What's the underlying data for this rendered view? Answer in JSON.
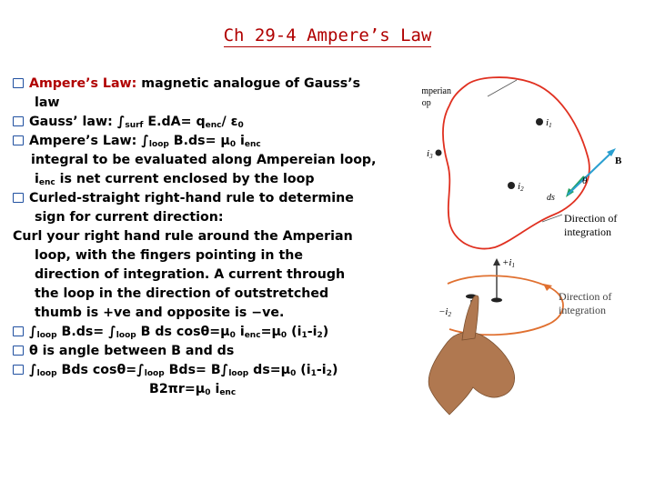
{
  "title": "Ch 29-4 Ampere’s Law",
  "lines": {
    "l1a": "Ampere’s Law:",
    "l1b": " magnetic analogue of Gauss’s",
    "l2": "law",
    "l3a": "Gauss’ law: ∫",
    "l3b": "surf",
    "l3c": " E.dA= q",
    "l3d": "enc",
    "l3e": "/ ε",
    "l3f": "0",
    "l4a": "Ampere’s Law: ∫",
    "l4b": "loop",
    "l4c": " B.ds= μ",
    "l4d": "0",
    "l4e": " i",
    "l4f": "enc",
    "l5": "integral to be evaluated along Ampereian loop,",
    "l6a": "i",
    "l6b": "enc",
    "l6c": " is net current enclosed by the loop",
    "l7": "Curled-straight right-hand rule to determine",
    "l8": "sign for current direction:",
    "l9": "Curl your right hand rule around the Amperian",
    "l10": "loop, with the fingers pointing in the",
    "l11": "direction of integration. A current through",
    "l12": "the loop in the direction of outstretched",
    "l13": "thumb is +ve and opposite is −ve.",
    "l14a": "∫",
    "l14b": "loop",
    "l14c": " B.ds= ∫",
    "l14d": "loop",
    "l14e": " B ds cosθ=μ",
    "l14f": "0",
    "l14g": " i",
    "l14h": "enc",
    "l14i": "=μ",
    "l14j": "0",
    "l14k": " (i",
    "l14l": "1",
    "l14m": "-i",
    "l14n": "2",
    "l14o": ")",
    "l15": "θ is angle between B and ds",
    "l16a": "∫",
    "l16b": "loop",
    "l16c": " Bds cosθ=∫",
    "l16d": "loop",
    "l16e": " Bds= B∫",
    "l16f": "loop",
    "l16g": " ds=μ",
    "l16h": "0",
    "l16i": " (i",
    "l16j": "1",
    "l16k": "-i",
    "l16l": "2",
    "l16m": ")",
    "l17a": "B2πr=μ",
    "l17b": "0",
    "l17c": " i",
    "l17d": "enc"
  },
  "figure_top": {
    "amperian_label": "Amperian",
    "loop_label": "loop",
    "i1": "i",
    "i1_sub": "1",
    "i2": "i",
    "i2_sub": "2",
    "i3": "i",
    "i3_sub": "3",
    "theta": "θ",
    "ds": "ds",
    "B": "B",
    "direction_1": "Direction of",
    "direction_2": "integration"
  },
  "figure_bottom": {
    "plus_i1": "+i",
    "plus_i1_sub": "1",
    "minus_i2": "−i",
    "minus_i2_sub": "2",
    "direction_1": "Direction of",
    "direction_2": "integration"
  },
  "colors": {
    "title": "#b00000",
    "bullet": "#2050a0",
    "loop": "#e03020",
    "vector": "#20a060"
  }
}
